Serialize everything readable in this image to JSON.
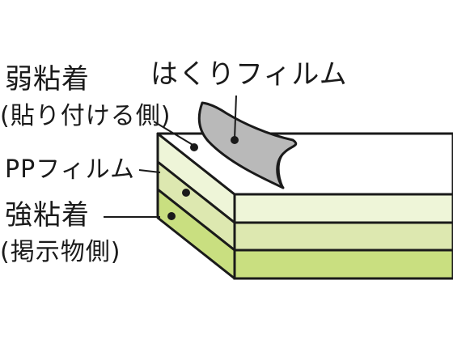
{
  "labels": {
    "weak_adhesive": "弱粘着",
    "weak_adhesive_side": "(貼り付ける側)",
    "release_film": "はくりフィルム",
    "pp_film": "PPフィルム",
    "strong_adhesive": "強粘着",
    "strong_adhesive_side": "(掲示物側)"
  },
  "colors": {
    "outline": "#1a1a1a",
    "top_face": "#ffffff",
    "layer_top": "#eef5d8",
    "layer_middle": "#dde8b0",
    "layer_bottom": "#c9df80",
    "release_film": "#b9b9b9"
  }
}
